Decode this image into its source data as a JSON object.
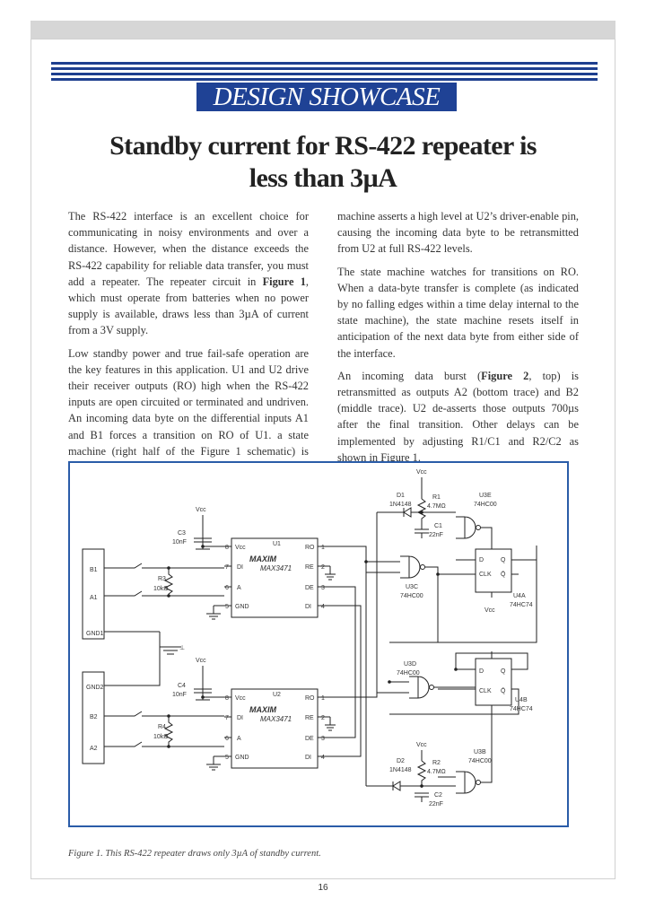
{
  "header": {
    "section_title": "DESIGN SHOWCASE",
    "headline_line1": "Standby current for RS-422 repeater is",
    "headline_line2": "less than 3µA",
    "accent_color": "#1f4295"
  },
  "body": {
    "col1_p1_a": "The RS-422 interface is an excellent choice for communicating in noisy environments and over a distance. However, when the distance exceeds the RS-422 capability for reliable data transfer, you must add a repeater. The repeater circuit in ",
    "col1_p1_fig": "Figure 1",
    "col1_p1_b": ", which must operate from batteries when no power supply is available, draws less than 3µA of current from a 3V supply.",
    "col1_p2": "Low standby power and true fail-safe operation are the key features in this application. U1 and U2 drive their receiver outputs (RO) high when the RS-422 inputs are open circuited or terminated and undriven. An incoming data byte on the differential inputs A1 and B1 forces a transition on RO of U1. a state machine (right half of the Figure 1 schematic) is latched ON by the falling edge of RO. The state",
    "col2_p1": "machine asserts a high level at U2’s driver-enable pin, causing the incoming data byte to be retransmitted from U2 at full RS-422 levels.",
    "col2_p2": "The state machine watches for transitions on RO. When a data-byte transfer is complete (as indicated by no falling edges within a time delay internal to the state machine), the state machine resets itself in anticipation of the next data byte from either side of the interface.",
    "col2_p3_a": "An incoming data burst (",
    "col2_p3_fig": "Figure 2",
    "col2_p3_b": ", top) is retransmitted as outputs A2 (bottom trace) and B2 (middle trace). U2 de-asserts those outputs 700µs after the final transition. Other delays can be implemented by adjusting R1/C1 and R2/C2 as shown in Figure 1."
  },
  "figure": {
    "caption": "Figure 1. This RS-422 repeater draws only 3µA of standby current.",
    "vcc": "Vcc",
    "u1": "U1",
    "u2": "U2",
    "maxim": "MAXIM",
    "part": "MAX3471",
    "pins_left": [
      "Vcc",
      "DI",
      "A",
      "GND"
    ],
    "pins_right": [
      "RO",
      "RE",
      "DE",
      "DI"
    ],
    "pin_nums_left": [
      "8",
      "7",
      "6",
      "5"
    ],
    "pin_nums_right": [
      "1",
      "2",
      "3",
      "4"
    ],
    "conn1": [
      "B1",
      "A1",
      "GND1"
    ],
    "conn2": [
      "GND2",
      "B2",
      "A2"
    ],
    "c3": "C3",
    "c3v": "10nF",
    "c4": "C4",
    "c4v": "10nF",
    "r3": "R3",
    "r3v": "10kΩ",
    "r4": "R4",
    "r4v": "10kΩ",
    "d1": "D1",
    "d1v": "1N4148",
    "r1": "R1",
    "r1v": "4.7MΩ",
    "c1": "C1",
    "c1v": "22nF",
    "d2": "D2",
    "d2v": "1N4148",
    "r2": "R2",
    "r2v": "4.7MΩ",
    "c2": "C2",
    "c2v": "22nF",
    "u3e": "U3E",
    "u3c": "U3C",
    "u3d": "U3D",
    "u3b": "U3B",
    "hc00": "74HC00",
    "u4a": "U4A",
    "u4b": "U4B",
    "hc74": "74HC74",
    "clk": "CLK",
    "d": "D",
    "q": "Q",
    "qbar": "Q̄"
  },
  "page_number": "16"
}
